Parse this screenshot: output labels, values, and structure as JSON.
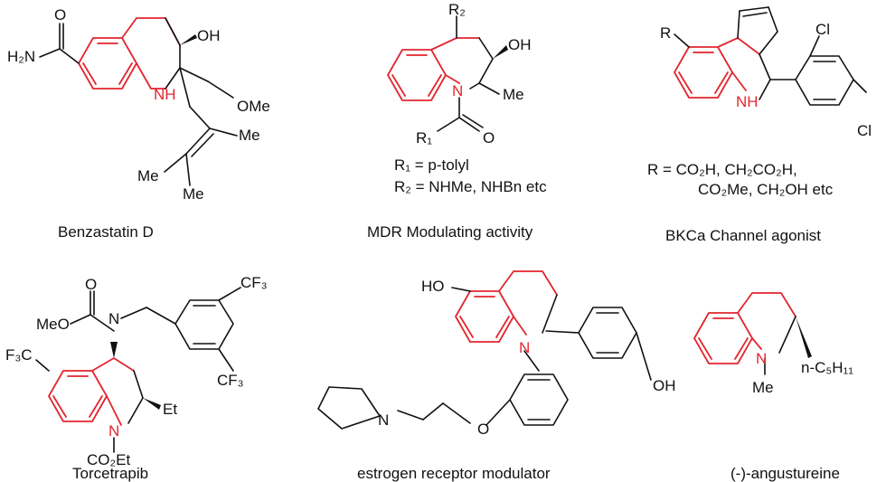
{
  "compounds": [
    {
      "caption": "Benzastatin D",
      "labels": {
        "amide_o": "O",
        "amide_nh2": "H₂N",
        "oh": "OH",
        "ring_nh": "NH",
        "ome": "OMe",
        "me1": "Me",
        "me2": "Me",
        "me3": "Me"
      }
    },
    {
      "caption": "MDR Modulating activity",
      "labels": {
        "r2": "R₂",
        "oh": "OH",
        "n": "N",
        "me": "Me",
        "r1": "R₁",
        "o": "O"
      },
      "notes": [
        "R₁ = p-tolyl",
        "R₂ = NHMe, NHBn etc"
      ]
    },
    {
      "caption": "BKCa Channel agonist",
      "labels": {
        "r": "R",
        "nh": "NH",
        "cl1": "Cl",
        "cl2": "Cl"
      },
      "notes": [
        "R = CO₂H, CH₂CO₂H,",
        "CO₂Me, CH₂OH etc"
      ]
    },
    {
      "caption": "Torcetrapib",
      "labels": {
        "o": "O",
        "meo": "MeO",
        "n": "N",
        "cf3_a": "CF₃",
        "cf3_b": "CF₃",
        "f3c": "F₃C",
        "ring_n": "N",
        "et": "Et",
        "co2et": "CO₂Et"
      }
    },
    {
      "caption": "estrogen receptor modulator",
      "labels": {
        "ho": "HO",
        "n": "N",
        "oh": "OH",
        "pyr_n": "N",
        "o": "O"
      }
    },
    {
      "caption": "(-)-angustureine",
      "labels": {
        "n": "N",
        "me": "Me",
        "chain": "n-C₅H₁₁"
      }
    }
  ],
  "colors": {
    "core_highlight": "#e2262f",
    "bonds": "#111111"
  }
}
